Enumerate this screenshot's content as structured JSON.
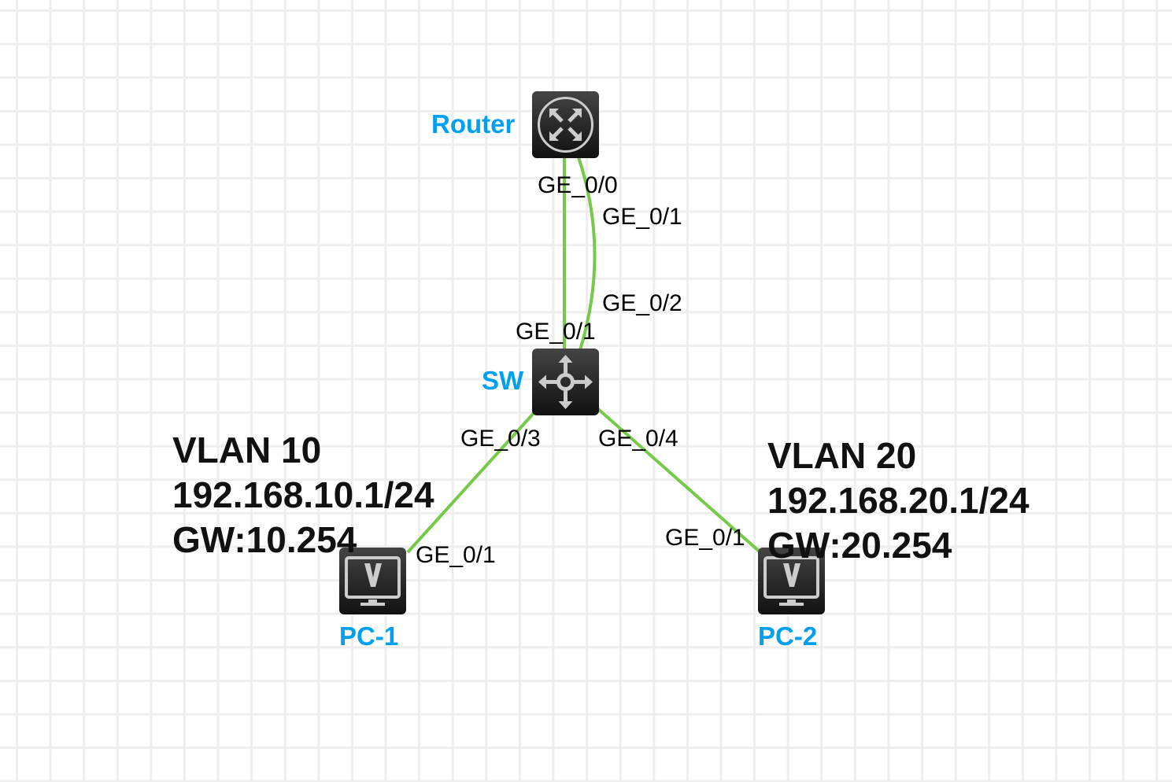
{
  "colors": {
    "link": "#77c94a",
    "label": "#00a0f0"
  },
  "devices": {
    "router": "Router",
    "sw": "SW",
    "pc1": "PC-1",
    "pc2": "PC-2"
  },
  "ports": {
    "router_a": "GE_0/0",
    "router_b": "GE_0/1",
    "sw_a": "GE_0/1",
    "sw_b": "GE_0/2",
    "sw_c": "GE_0/3",
    "sw_d": "GE_0/4",
    "pc1": "GE_0/1",
    "pc2": "GE_0/1"
  },
  "notes": {
    "vlan10": {
      "line1": "VLAN 10",
      "line2": "192.168.10.1/24",
      "line3": "GW:10.254"
    },
    "vlan20": {
      "line1": "VLAN 20",
      "line2": "192.168.20.1/24",
      "line3": "GW:20.254"
    }
  }
}
